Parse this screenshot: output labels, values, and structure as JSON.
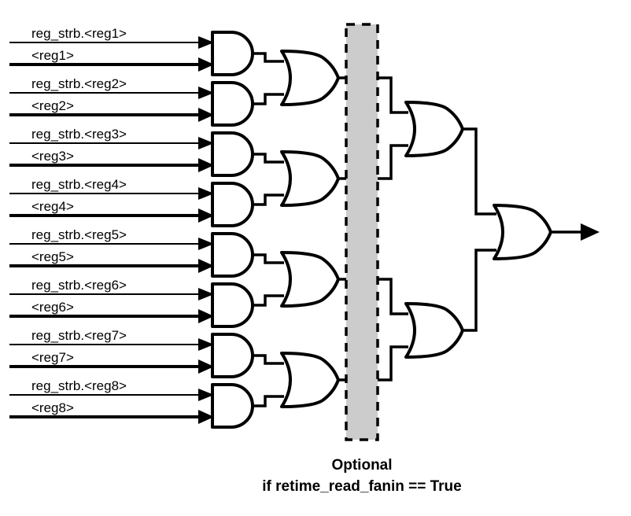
{
  "diagram": {
    "title": "Register read fanin logic",
    "type": "logic-gate-schematic",
    "colors": {
      "wire": "#000000",
      "gate_fill": "#ffffff",
      "optional_box_fill": "#cccccc",
      "optional_box_stroke": "#000000",
      "background": "#ffffff"
    },
    "rows": [
      {
        "strobe_label": "reg_strb.<reg1>",
        "data_label": "<reg1>"
      },
      {
        "strobe_label": "reg_strb.<reg2>",
        "data_label": "<reg2>"
      },
      {
        "strobe_label": "reg_strb.<reg3>",
        "data_label": "<reg3>"
      },
      {
        "strobe_label": "reg_strb.<reg4>",
        "data_label": "<reg4>"
      },
      {
        "strobe_label": "reg_strb.<reg5>",
        "data_label": "<reg5>"
      },
      {
        "strobe_label": "reg_strb.<reg6>",
        "data_label": "<reg6>"
      },
      {
        "strobe_label": "reg_strb.<reg7>",
        "data_label": "<reg7>"
      },
      {
        "strobe_label": "reg_strb.<reg8>",
        "data_label": "<reg8>"
      }
    ],
    "and_gates": [
      {
        "name": "and-gate-1"
      },
      {
        "name": "and-gate-2"
      },
      {
        "name": "and-gate-3"
      },
      {
        "name": "and-gate-4"
      },
      {
        "name": "and-gate-5"
      },
      {
        "name": "and-gate-6"
      },
      {
        "name": "and-gate-7"
      },
      {
        "name": "and-gate-8"
      }
    ],
    "or_gates_stage1": [
      {
        "name": "or-gate-s1-1"
      },
      {
        "name": "or-gate-s1-2"
      },
      {
        "name": "or-gate-s1-3"
      },
      {
        "name": "or-gate-s1-4"
      }
    ],
    "or_gates_stage2": [
      {
        "name": "or-gate-s2-1"
      },
      {
        "name": "or-gate-s2-2"
      }
    ],
    "or_gate_stage3": {
      "name": "or-gate-s3-1"
    },
    "optional_region": {
      "caption_line1": "Optional",
      "caption_line2": "if retime_read_fanin == True"
    }
  }
}
